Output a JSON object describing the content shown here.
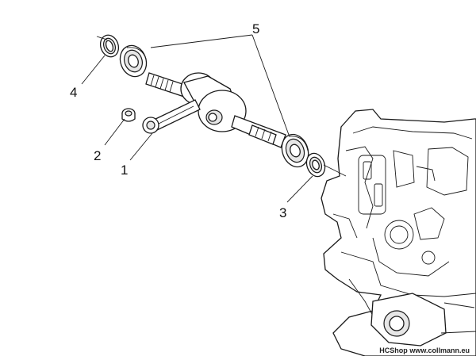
{
  "callouts": {
    "one": "1",
    "two": "2",
    "three": "3",
    "four": "4",
    "five": "5"
  },
  "footer": {
    "shop": "HCShop",
    "site": "www.collmann.eu"
  }
}
